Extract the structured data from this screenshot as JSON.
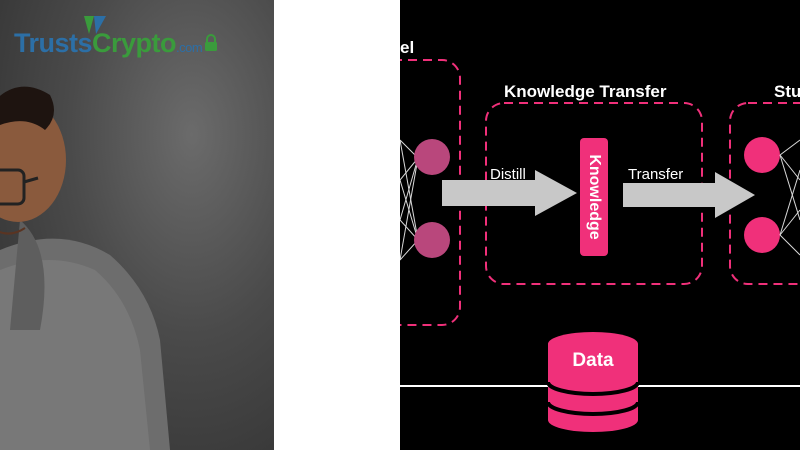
{
  "logo": {
    "part1": "Trusts",
    "part2": "Crypto",
    "part3": ".com"
  },
  "icons": [
    "lock-icon",
    "network-icon",
    "database-icon"
  ],
  "colors": {
    "accent": "#f0307a",
    "teacher_node": "#b9477c",
    "arrow": "#c8c8c8",
    "diagram_bg": "#000000",
    "logo_blue": "#2c6fa6",
    "logo_green": "#3a9b3c"
  },
  "diagram": {
    "teacher_label_partial": "el",
    "student_label_partial": "Stu",
    "knowledge_transfer_title": "Knowledge Transfer",
    "distill_label": "Distill",
    "transfer_label": "Transfer",
    "knowledge_box_label": "Knowledge",
    "data_label": "Data"
  }
}
